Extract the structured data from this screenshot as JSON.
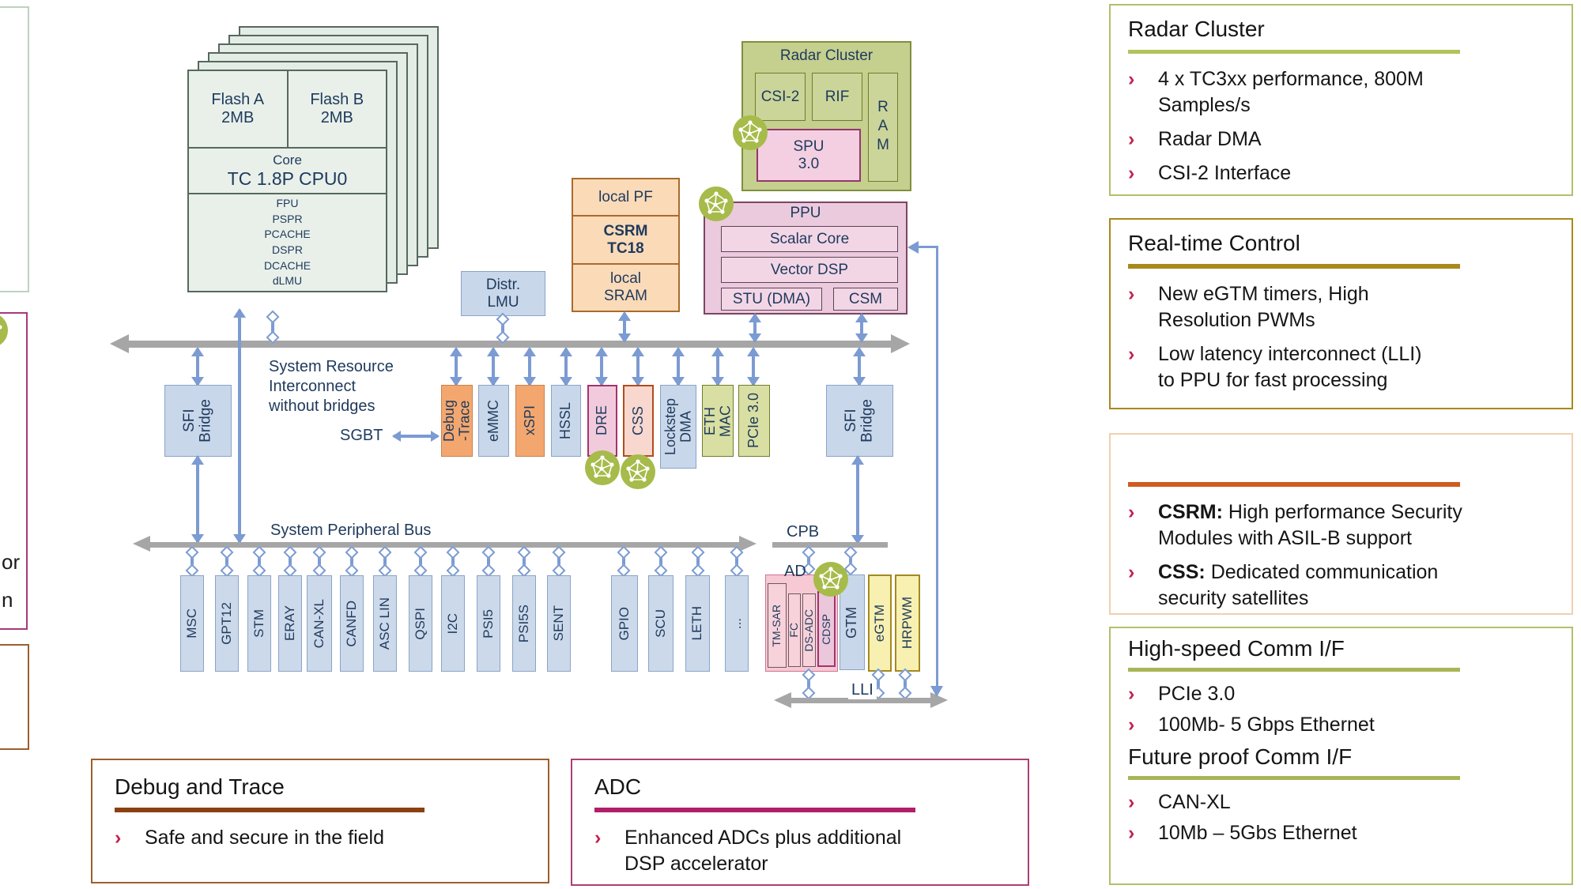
{
  "diagram": {
    "cpu": {
      "flash_a": "Flash A\n2MB",
      "flash_b": "Flash B\n2MB",
      "core_label": "Core",
      "core_name": "TC 1.8P CPU0",
      "features": "FPU\nPSPR\nPCACHE\nDSPR\nDCACHE\ndLMU"
    },
    "radar": {
      "title": "Radar Cluster",
      "csi2": "CSI-2",
      "rif": "RIF",
      "ram": "RAM",
      "spu": "SPU\n3.0"
    },
    "local_pf": {
      "top": "local PF",
      "mid": "CSRM\nTC18",
      "bottom": "local\nSRAM"
    },
    "distr_lmu": "Distr.\nLMU",
    "ppu": {
      "title": "PPU",
      "scalar": "Scalar Core",
      "vector": "Vector DSP",
      "stu": "STU (DMA)",
      "csm": "CSM"
    },
    "sri_label": "System Resource\nInterconnect\nwithout bridges",
    "sgbt": "SGBT",
    "modules": {
      "sfi_left": "SFI\nBridge",
      "debug_trace": "Debug\n-Trace",
      "emmc": "eMMC",
      "xspi": "xSPI",
      "hssl": "HSSL",
      "dre": "DRE",
      "css": "CSS",
      "lockstep": "Lockstep\nDMA",
      "eth_mac": "ETH\nMAC",
      "pcie": "PCIe 3.0",
      "sfi_right": "SFI\nBridge"
    },
    "peripheral_bus": {
      "label": "System Peripheral Bus",
      "items": [
        "MSC",
        "GPT12",
        "STM",
        "ERAY",
        "CAN-XL",
        "CANFD",
        "ASC LIN",
        "QSPI",
        "I2C",
        "PSI5",
        "PSI5S",
        "SENT",
        "GPIO",
        "SCU",
        "LETH",
        "..."
      ]
    },
    "adc_cluster": {
      "label": "AD",
      "tm_sar": "TM-SAR",
      "fc": "FC",
      "ds_adc": "DS-ADC",
      "cdsp": "CDSP",
      "gtm": "GTM",
      "egtm": "eGTM",
      "hrpwm": "HRPWM"
    },
    "cpb": "CPB",
    "lli": "LLI",
    "fragments": {
      "f1": "or",
      "f2": "n"
    }
  },
  "panels": {
    "bullet_char": "›",
    "radar": {
      "title": "Radar Cluster",
      "bullets": [
        "4 x TC3xx performance, 800M\nSamples/s",
        "Radar DMA",
        "CSI-2 Interface"
      ]
    },
    "realtime": {
      "title": "Real-time Control",
      "bullets": [
        "New eGTM timers,  High\nResolution PWMs",
        "Low latency interconnect (LLI)\nto PPU for fast processing"
      ]
    },
    "security": {
      "bullets": [
        {
          "prefix": "CSRM:",
          "text": "High performance Security\nModules with ASIL-B support"
        },
        {
          "prefix": "CSS:",
          "text": "Dedicated communication\nsecurity satellites"
        }
      ]
    },
    "comm": {
      "title1": "High-speed Comm I/F",
      "bullets1": [
        "PCIe 3.0",
        "100Mb- 5 Gbps Ethernet"
      ],
      "title2": "Future proof Comm I/F",
      "bullets2": [
        "CAN-XL",
        "10Mb – 5Gbs Ethernet"
      ]
    },
    "debug": {
      "title": "Debug and Trace",
      "bullets": [
        "Safe and secure in the field"
      ]
    },
    "adc": {
      "title": "ADC",
      "bullets": [
        "Enhanced ADCs plus additional\nDSP accelerator"
      ]
    }
  },
  "colors": {
    "accent_olive": "#b3bf6b",
    "accent_gold": "#a8891c",
    "accent_orange": "#cf5b21",
    "accent_magenta": "#b01f68",
    "accent_brown": "#8b4011",
    "bullet_marker": "#c4204e",
    "arrow_blue": "#7b9bd2",
    "bus_gray": "#a6a6a6",
    "mesh_green": "#a6bb4a"
  },
  "icons": {
    "mesh_badge": "network-mesh-icon"
  }
}
